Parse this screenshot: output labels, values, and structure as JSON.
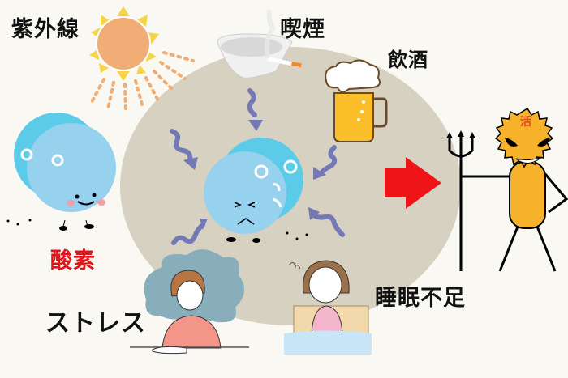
{
  "labels": {
    "uv": "紫外線",
    "smoking": "喫煙",
    "drinking": "飲酒",
    "oxygen": "酸素",
    "stress": "ストレス",
    "sleep_deprivation": "睡眠不足",
    "devil_forehead": "活"
  },
  "colors": {
    "background": "#f9f8f3",
    "circle": "#d7d1c1",
    "sun": "#f0ad76",
    "sun_rays": "#f6d44a",
    "oxygen_light": "#96d1ee",
    "oxygen_dark": "#5ccbea",
    "wavy_arrow": "#7479b6",
    "red_arrow": "#ee1418",
    "devil": "#f6b22a",
    "oxygen_label": "#e4141b"
  }
}
